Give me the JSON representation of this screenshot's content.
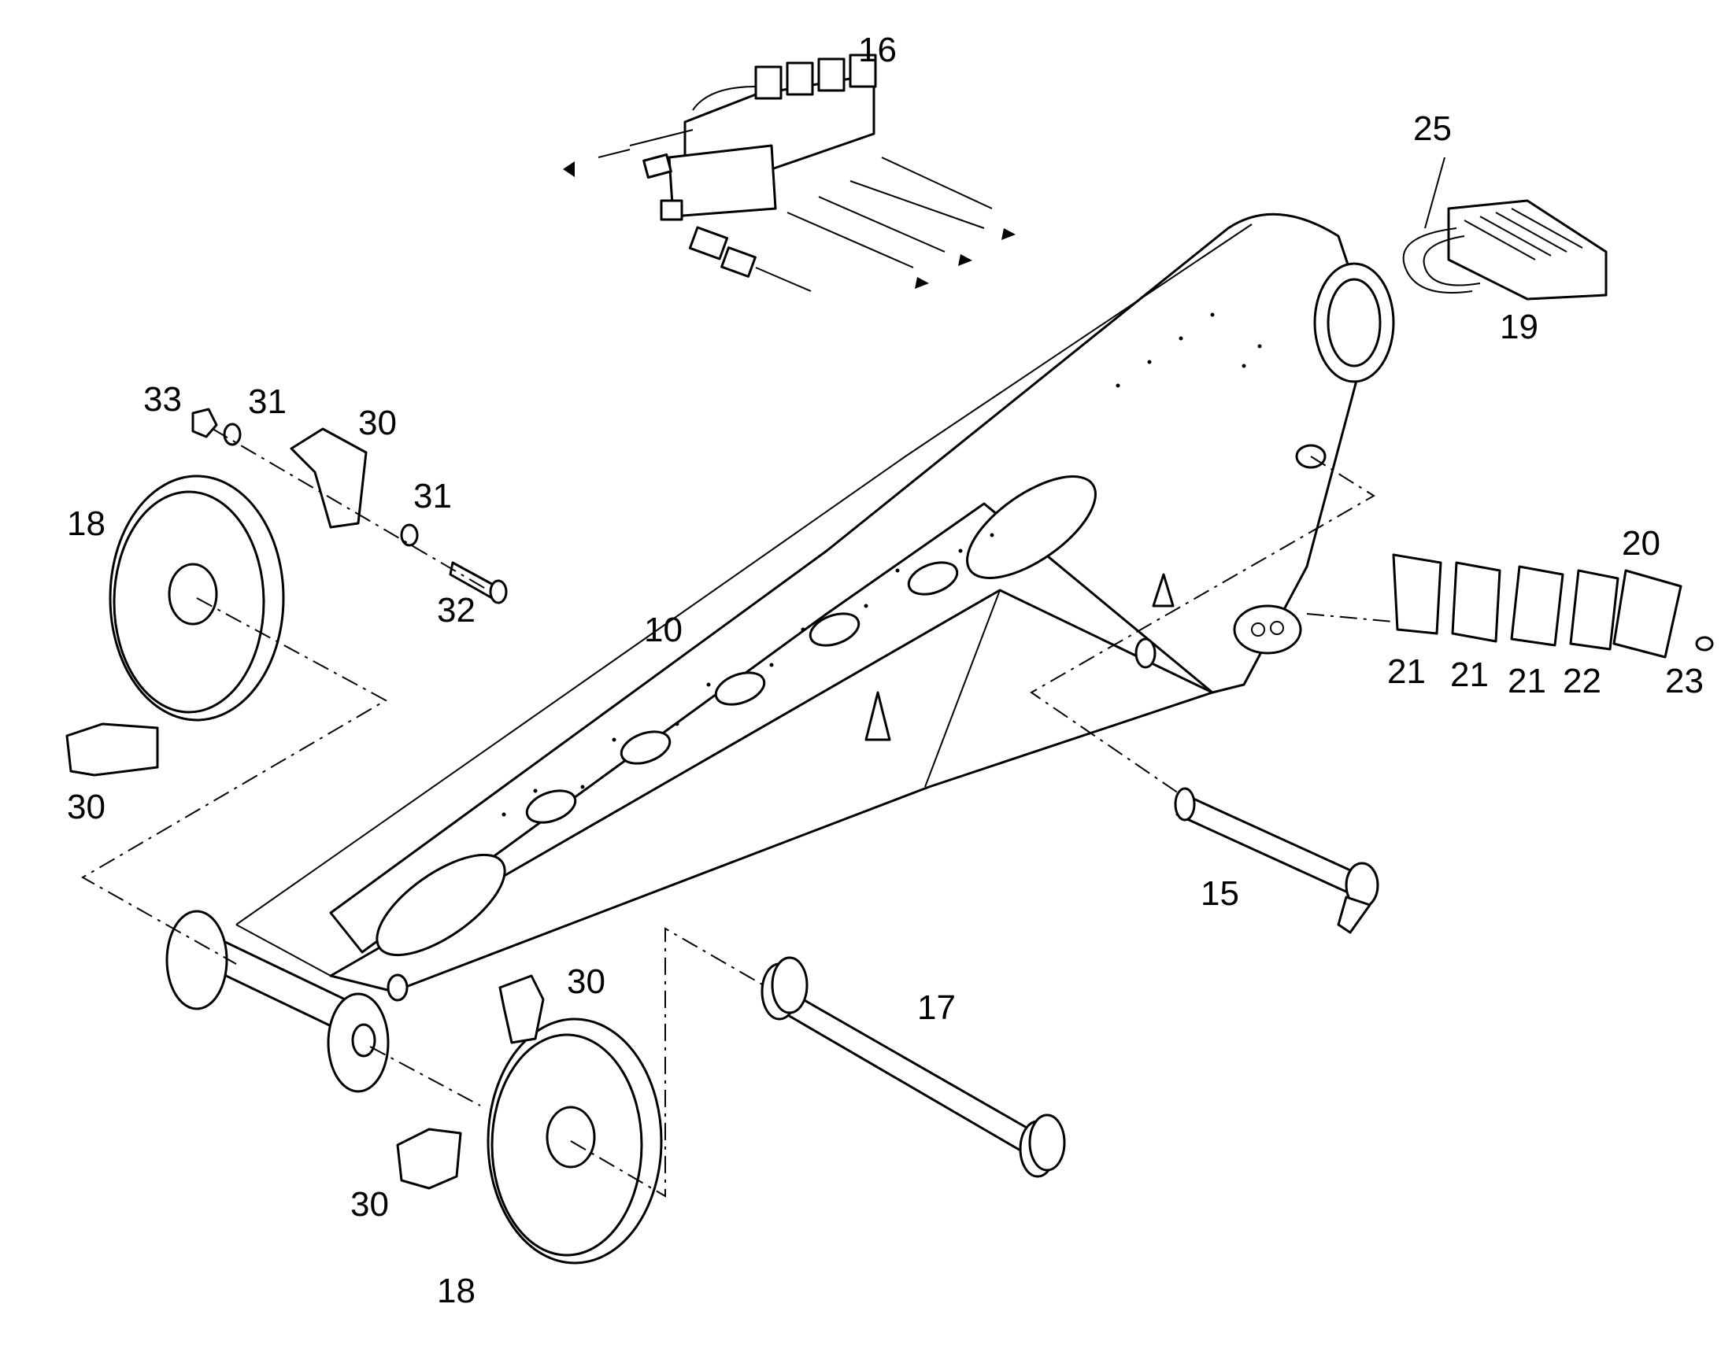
{
  "callouts": {
    "c10": "10",
    "c15": "15",
    "c16": "16",
    "c17": "17",
    "c18a": "18",
    "c18b": "18",
    "c19": "19",
    "c20": "20",
    "c21a": "21",
    "c21b": "21",
    "c21c": "21",
    "c22": "22",
    "c23": "23",
    "c25": "25",
    "c30a": "30",
    "c30b": "30",
    "c30c": "30",
    "c30d": "30",
    "c31a": "31",
    "c31b": "31",
    "c32": "32",
    "c33": "33"
  }
}
